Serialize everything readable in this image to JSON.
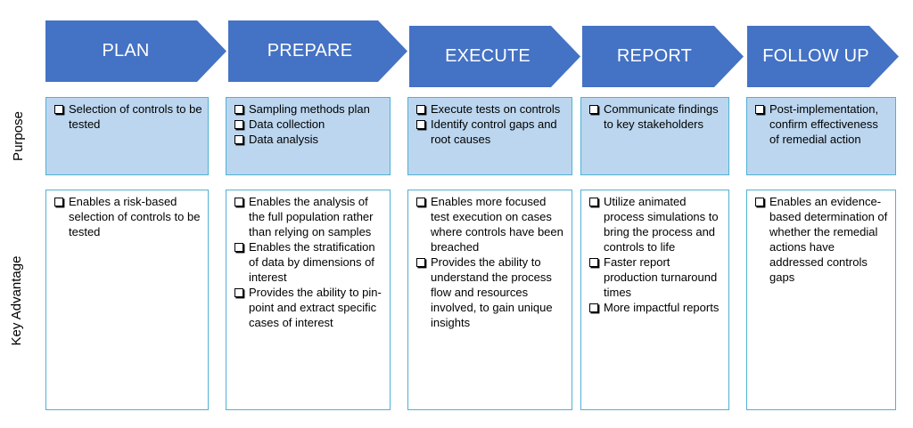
{
  "colors": {
    "arrow_fill": "#4472c4",
    "purpose_fill": "#bcd6ef",
    "box_border": "#4fb1d3",
    "checkbox_icon": "checkbox-icon"
  },
  "row_labels": {
    "purpose": "Purpose",
    "advantage": "Key Advantage"
  },
  "stages": [
    {
      "title": "PLAN",
      "purpose": [
        "Selection of controls to be tested"
      ],
      "advantage": [
        "Enables a risk-based selection of controls to be tested"
      ]
    },
    {
      "title": "PREPARE",
      "purpose": [
        "Sampling methods plan",
        "Data collection",
        "Data analysis"
      ],
      "advantage": [
        "Enables the analysis of the full population rather than relying on samples",
        "Enables the stratification of data by dimensions of interest",
        "Provides the ability to pin- point and extract specific cases of interest"
      ]
    },
    {
      "title": "EXECUTE",
      "purpose": [
        "Execute tests on controls",
        " Identify control gaps and root causes"
      ],
      "advantage": [
        "Enables more focused test execution on cases where controls have been breached",
        "Provides the ability to understand the process flow and resources involved, to gain unique insights"
      ]
    },
    {
      "title": "REPORT",
      "purpose": [
        "Communicate findings to key stakeholders"
      ],
      "advantage": [
        "Utilize animated process simulations to bring the process and controls to life",
        "Faster report production turnaround times",
        "More impactful reports"
      ]
    },
    {
      "title": "FOLLOW UP",
      "purpose": [
        "Post-implementation, confirm effectiveness of remedial action"
      ],
      "advantage": [
        "Enables an evidence-based determination of whether the remedial actions have addressed controls gaps"
      ]
    }
  ]
}
